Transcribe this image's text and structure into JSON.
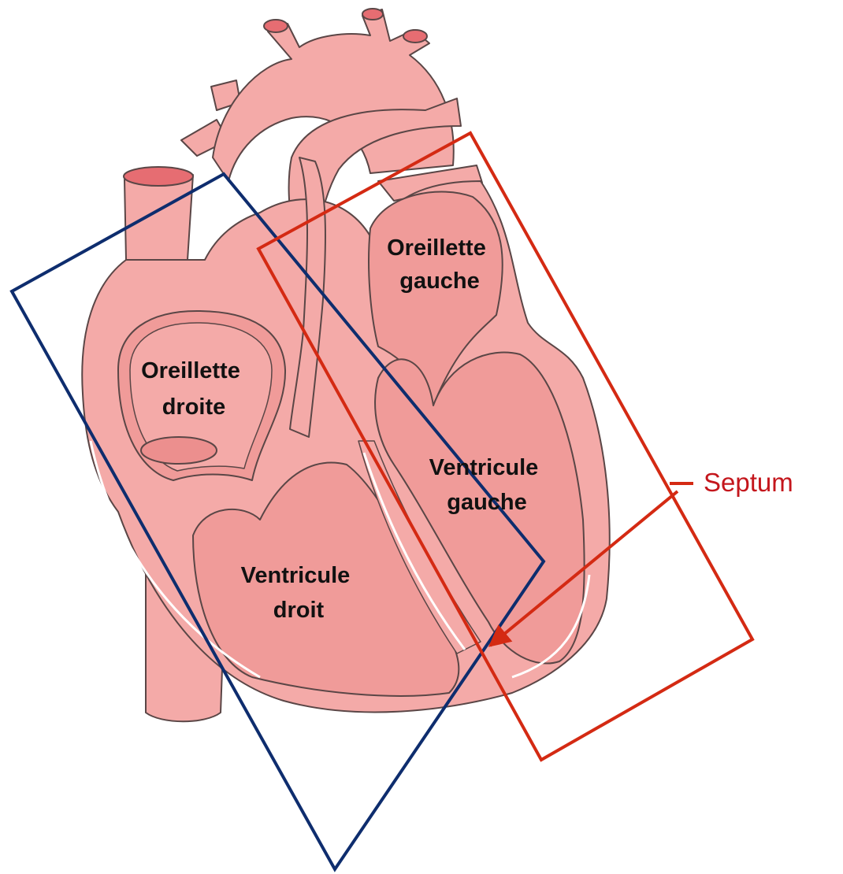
{
  "labels": {
    "right_atrium": [
      "Oreillette",
      "droite"
    ],
    "left_atrium": [
      "Oreillette",
      "gauche"
    ],
    "right_ventricle": [
      "Ventricule",
      "droit"
    ],
    "left_ventricle": [
      "Ventricule",
      "gauche"
    ],
    "septum": "Septum"
  },
  "colors": {
    "background": "#ffffff",
    "heart_fill": "#f4aaa8",
    "heart_shade": "#ec8f8e",
    "heart_highlight": "#fbd3d1",
    "heart_outline": "#5a4646",
    "vessel_lumen": "#e66d72",
    "right_box": "#0e2d6e",
    "left_box": "#d42a13",
    "septum_text": "#c4161c",
    "septum_arrow": "#d42a13"
  }
}
